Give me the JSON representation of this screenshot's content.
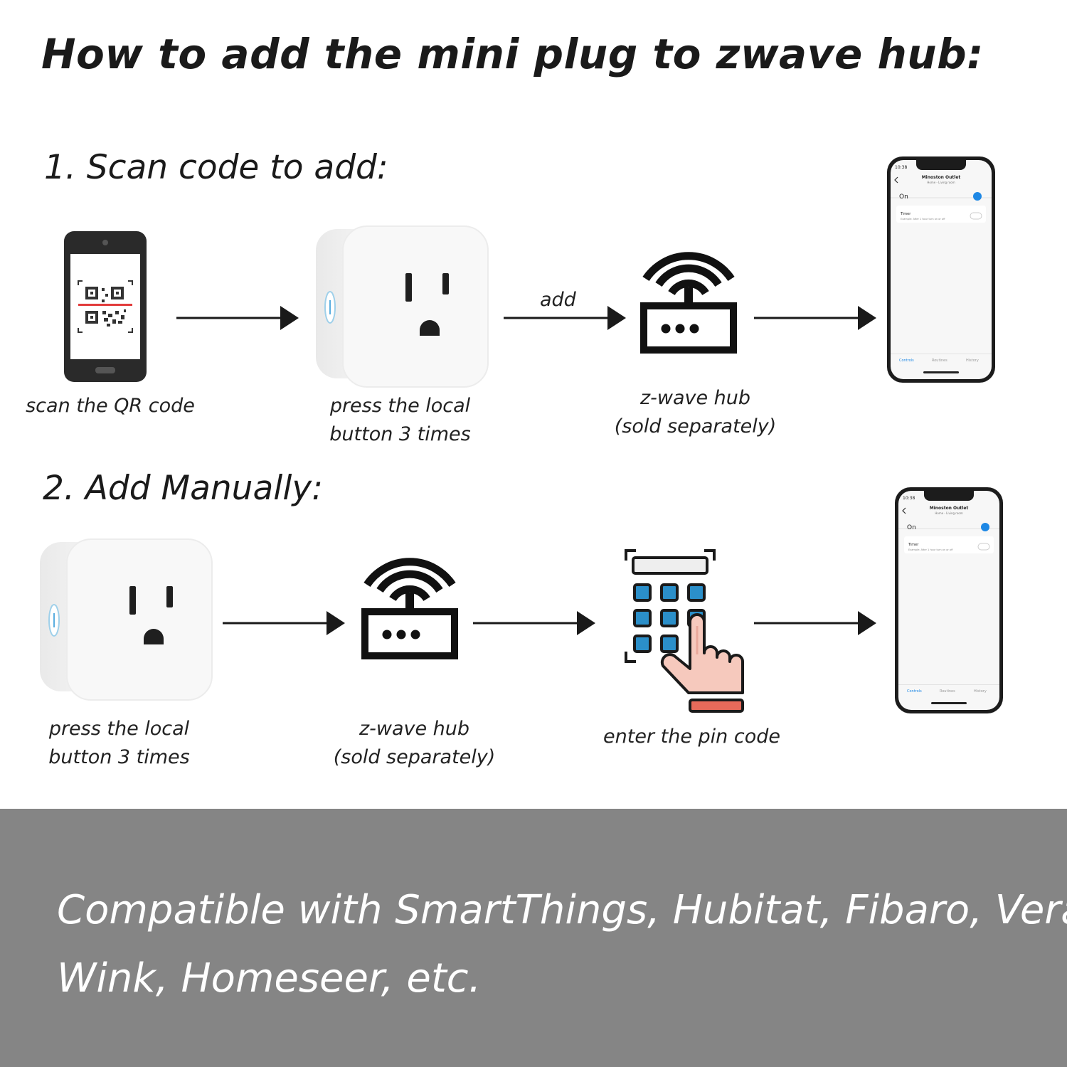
{
  "title": "How to add the mini plug to zwave hub:",
  "section1": {
    "heading": "1. Scan code to add:",
    "steps": [
      {
        "caption": [
          "scan the QR code"
        ],
        "icon": "phone-qr-icon"
      },
      {
        "caption": [
          "press the local",
          "button 3 times"
        ],
        "icon": "mini-plug-icon"
      },
      {
        "caption": [
          "z-wave hub",
          "(sold separately)"
        ],
        "icon": "zwave-hub-icon"
      },
      {
        "caption": [],
        "icon": "app-phone-icon"
      }
    ],
    "arrow_label": "add"
  },
  "section2": {
    "heading": "2. Add Manually:",
    "steps": [
      {
        "caption": [
          "press the local",
          "button 3 times"
        ],
        "icon": "mini-plug-icon"
      },
      {
        "caption": [
          "z-wave hub",
          "(sold separately)"
        ],
        "icon": "zwave-hub-icon"
      },
      {
        "caption": [
          "enter the pin code"
        ],
        "icon": "keypad-hand-icon"
      },
      {
        "caption": [],
        "icon": "app-phone-icon"
      }
    ]
  },
  "app_screen": {
    "time": "10:38",
    "device": "Minoston Outlet",
    "location": "Home - Living room",
    "power_label": "On",
    "timer_label": "Timer",
    "timer_hint": "Example: After 1 hour turn on or off",
    "tabs": [
      "Controls",
      "Routines",
      "History"
    ]
  },
  "footer": {
    "line1": "Compatible with SmartThings, Hubitat, Fibaro, Vera,",
    "line2": "Wink, Homeseer, etc."
  },
  "colors": {
    "footer_bg": "#858585",
    "accent_blue": "#1e88e5",
    "keypad_blue": "#2b8fc9",
    "hand_skin": "#f6c9bd",
    "cuff": "#e76a5a"
  }
}
